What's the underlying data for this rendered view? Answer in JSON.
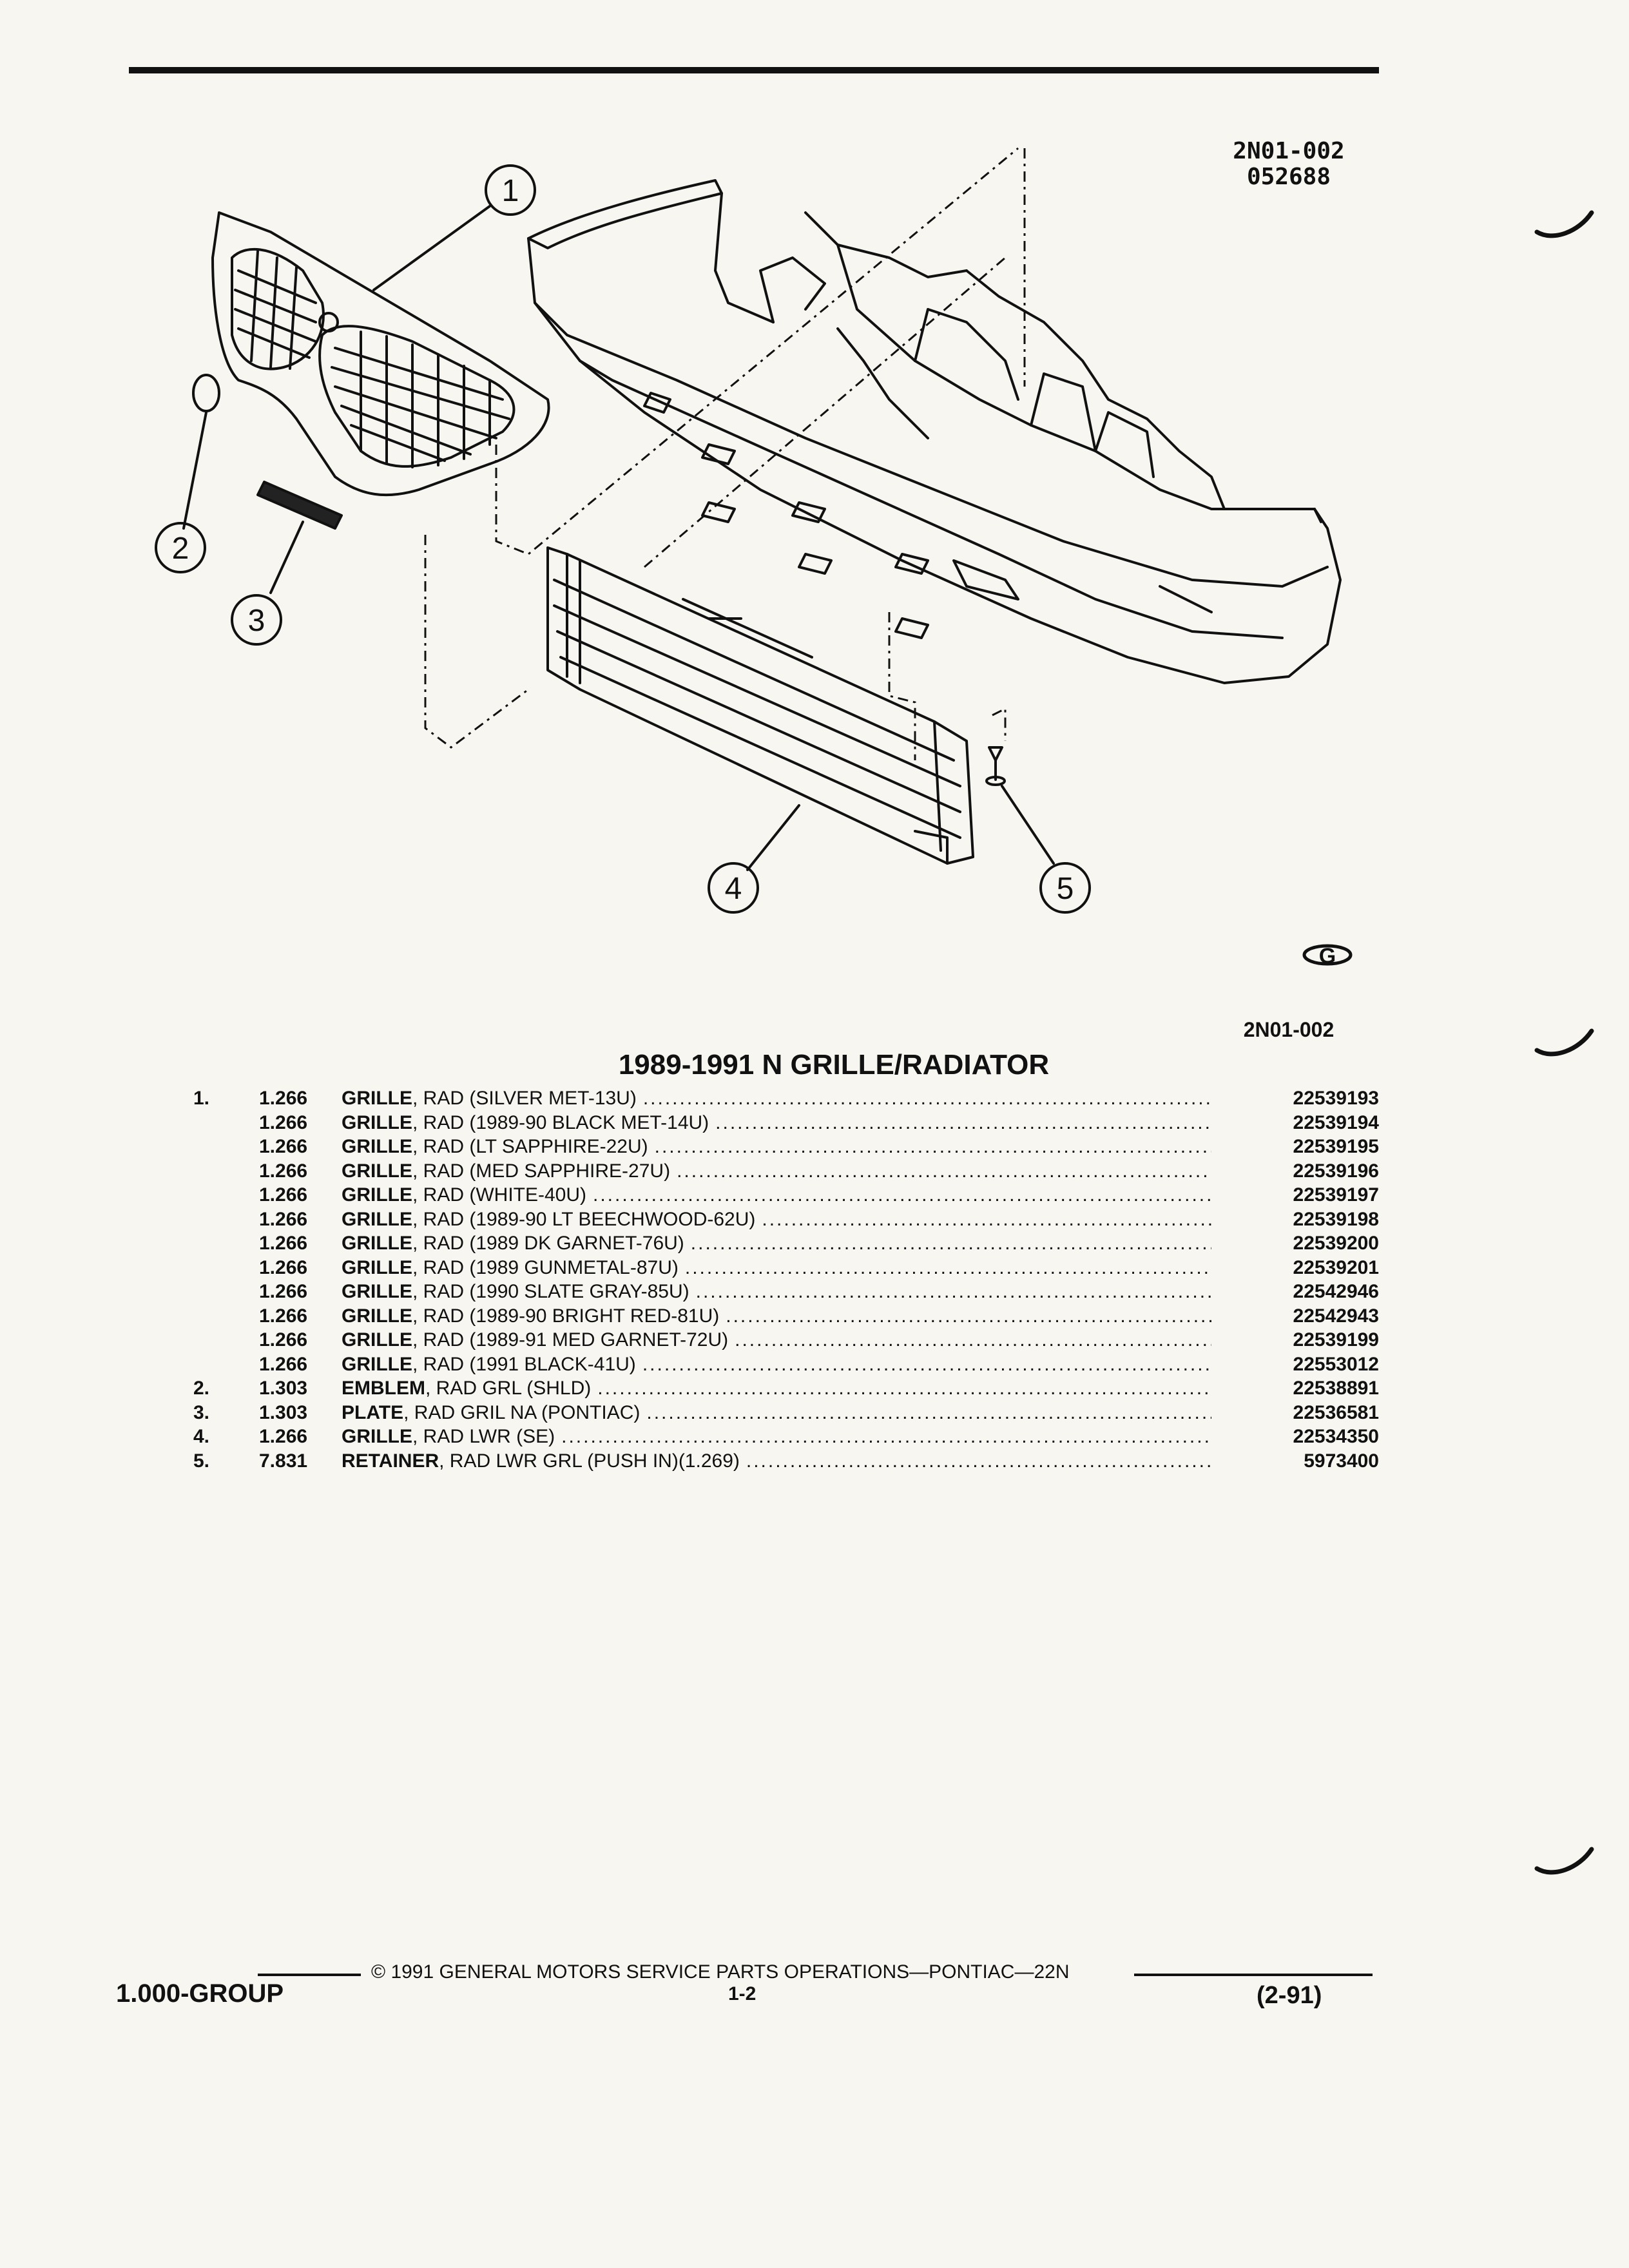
{
  "header": {
    "illustration_code": "2N01-002",
    "illustration_date": "052688"
  },
  "diagram": {
    "callouts": [
      "1",
      "2",
      "3",
      "4",
      "5"
    ],
    "source_mark": "G",
    "figure_code": "2N01-002"
  },
  "section": {
    "title": "1989-1991 N GRILLE/RADIATOR",
    "parts": [
      {
        "item": "1.",
        "group": "1.266",
        "name": "GRILLE",
        "desc": ", RAD (SILVER MET-13U)",
        "part_no": "22539193"
      },
      {
        "item": "",
        "group": "1.266",
        "name": "GRILLE",
        "desc": ", RAD (1989-90 BLACK MET-14U)",
        "part_no": "22539194"
      },
      {
        "item": "",
        "group": "1.266",
        "name": "GRILLE",
        "desc": ", RAD (LT SAPPHIRE-22U)",
        "part_no": "22539195"
      },
      {
        "item": "",
        "group": "1.266",
        "name": "GRILLE",
        "desc": ", RAD (MED SAPPHIRE-27U)",
        "part_no": "22539196"
      },
      {
        "item": "",
        "group": "1.266",
        "name": "GRILLE",
        "desc": ", RAD (WHITE-40U)",
        "part_no": "22539197"
      },
      {
        "item": "",
        "group": "1.266",
        "name": "GRILLE",
        "desc": ", RAD (1989-90 LT BEECHWOOD-62U)",
        "part_no": "22539198"
      },
      {
        "item": "",
        "group": "1.266",
        "name": "GRILLE",
        "desc": ", RAD (1989 DK GARNET-76U)",
        "part_no": "22539200"
      },
      {
        "item": "",
        "group": "1.266",
        "name": "GRILLE",
        "desc": ", RAD (1989 GUNMETAL-87U)",
        "part_no": "22539201"
      },
      {
        "item": "",
        "group": "1.266",
        "name": "GRILLE",
        "desc": ", RAD (1990 SLATE GRAY-85U)",
        "part_no": "22542946"
      },
      {
        "item": "",
        "group": "1.266",
        "name": "GRILLE",
        "desc": ", RAD (1989-90 BRIGHT RED-81U)",
        "part_no": "22542943"
      },
      {
        "item": "",
        "group": "1.266",
        "name": "GRILLE",
        "desc": ", RAD (1989-91 MED GARNET-72U)",
        "part_no": "22539199"
      },
      {
        "item": "",
        "group": "1.266",
        "name": "GRILLE",
        "desc": ", RAD (1991 BLACK-41U)",
        "part_no": "22553012"
      },
      {
        "item": "2.",
        "group": "1.303",
        "name": "EMBLEM",
        "desc": ", RAD GRL (SHLD)",
        "part_no": "22538891"
      },
      {
        "item": "3.",
        "group": "1.303",
        "name": "PLATE",
        "desc": ", RAD GRIL NA (PONTIAC)",
        "part_no": "22536581"
      },
      {
        "item": "4.",
        "group": "1.266",
        "name": "GRILLE",
        "desc": ", RAD LWR (SE)",
        "part_no": "22534350"
      },
      {
        "item": "5.",
        "group": "7.831",
        "name": "RETAINER",
        "desc": ", RAD LWR GRL (PUSH IN)(1.269)",
        "part_no": "5973400"
      }
    ]
  },
  "footer": {
    "group": "1.000-GROUP",
    "copyright": "© 1991 GENERAL MOTORS SERVICE PARTS OPERATIONS—PONTIAC—22N",
    "page": "1-2",
    "revision": "(2-91)"
  }
}
